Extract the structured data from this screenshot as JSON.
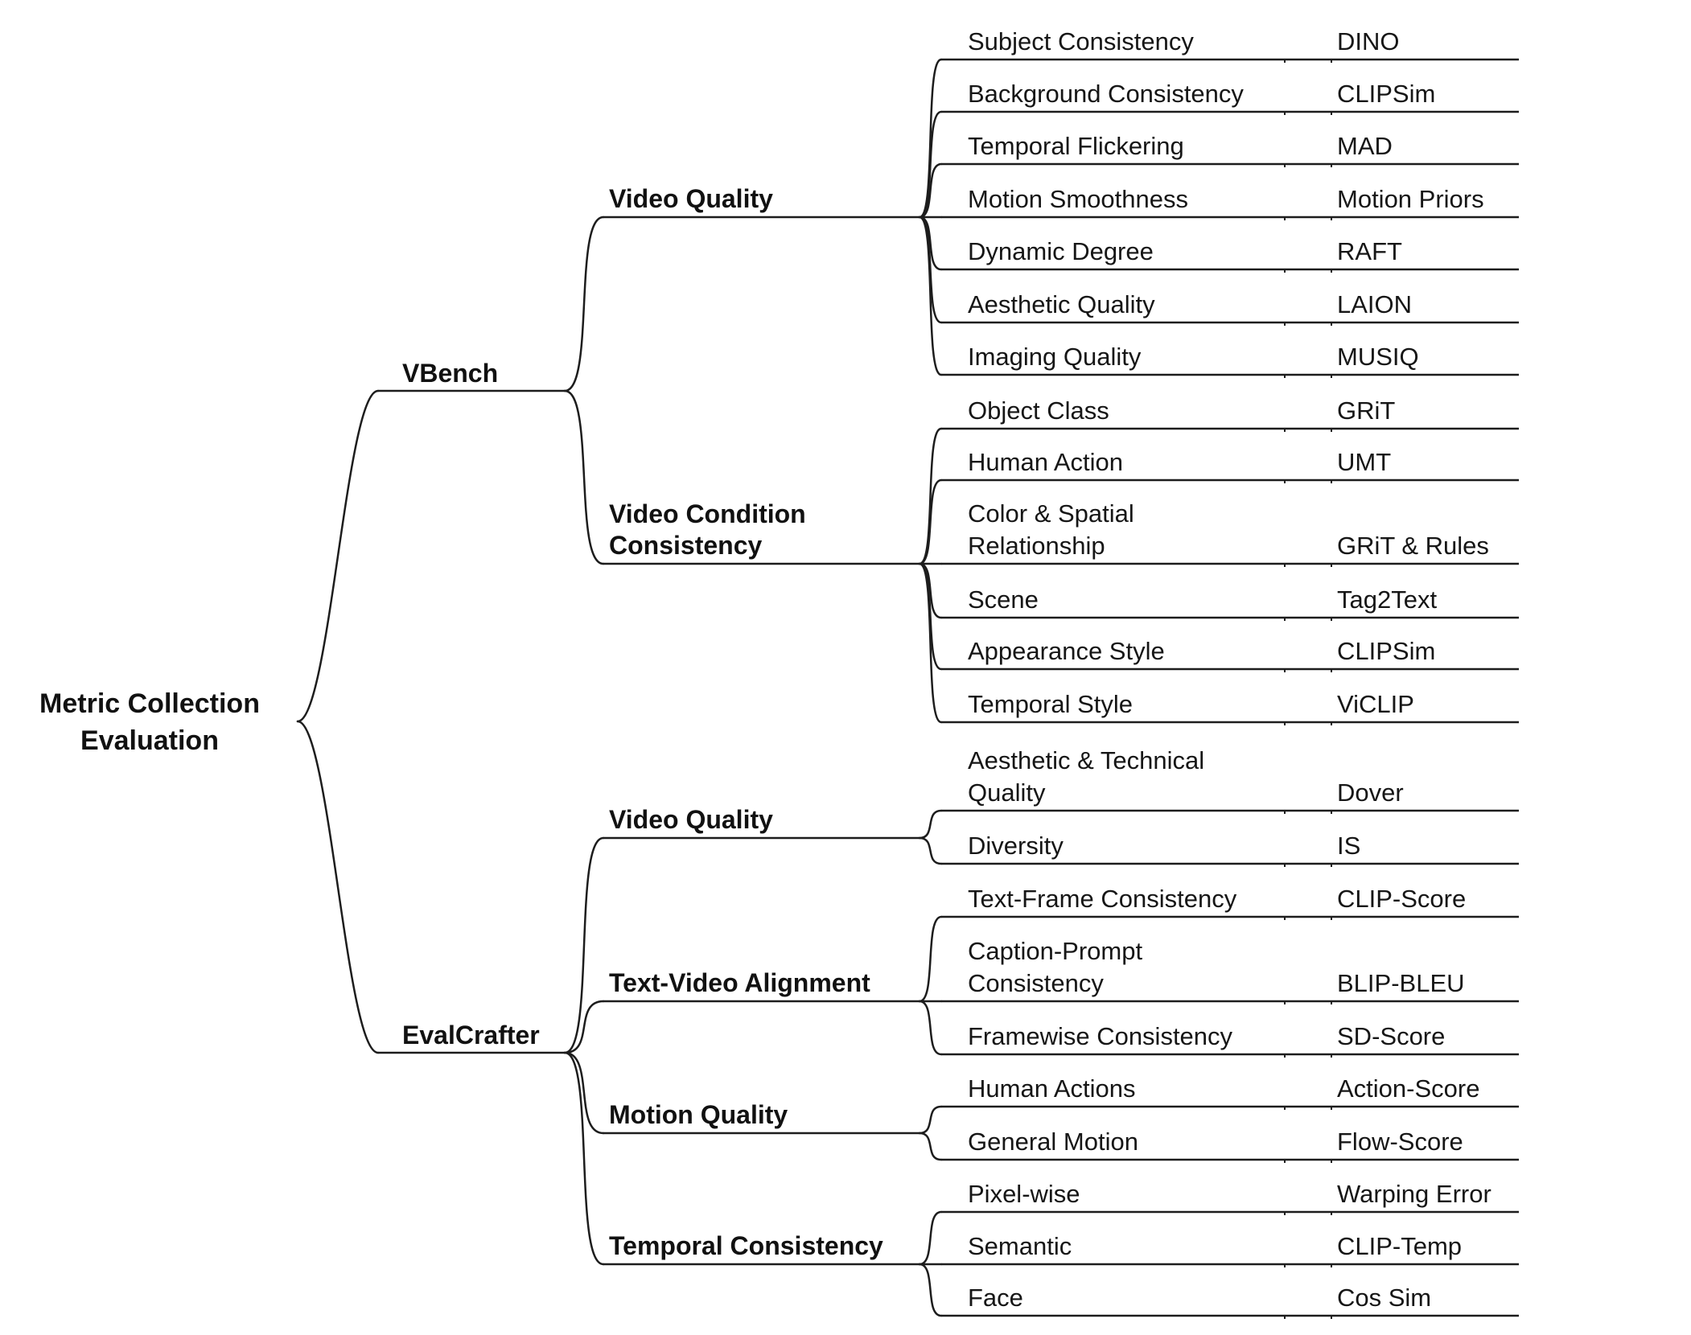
{
  "figure_title": {
    "line1": "Metric Collection",
    "line2": "Evaluation"
  },
  "colors": {
    "line": "#1d1d1d",
    "text": "#161616",
    "background": "#ffffff"
  },
  "tree": [
    {
      "label": "VBench",
      "groups": [
        {
          "label": [
            "Video Quality"
          ],
          "rows": [
            {
              "metric": [
                "Subject Consistency"
              ],
              "model": "DINO"
            },
            {
              "metric": [
                "Background Consistency"
              ],
              "model": "CLIPSim"
            },
            {
              "metric": [
                "Temporal Flickering"
              ],
              "model": "MAD"
            },
            {
              "metric": [
                "Motion Smoothness"
              ],
              "model": "Motion Priors"
            },
            {
              "metric": [
                "Dynamic Degree"
              ],
              "model": "RAFT"
            },
            {
              "metric": [
                "Aesthetic Quality"
              ],
              "model": "LAION"
            },
            {
              "metric": [
                "Imaging Quality"
              ],
              "model": "MUSIQ"
            }
          ]
        },
        {
          "label": [
            "Video Condition",
            "Consistency"
          ],
          "rows": [
            {
              "metric": [
                "Object Class"
              ],
              "model": "GRiT"
            },
            {
              "metric": [
                "Human Action"
              ],
              "model": "UMT"
            },
            {
              "metric": [
                "Color & Spatial",
                "Relationship"
              ],
              "model": "GRiT & Rules"
            },
            {
              "metric": [
                "Scene"
              ],
              "model": "Tag2Text"
            },
            {
              "metric": [
                "Appearance Style"
              ],
              "model": "CLIPSim"
            },
            {
              "metric": [
                "Temporal Style"
              ],
              "model": "ViCLIP"
            }
          ]
        }
      ]
    },
    {
      "label": "EvalCrafter",
      "groups": [
        {
          "label": [
            "Video Quality"
          ],
          "rows": [
            {
              "metric": [
                "Aesthetic & Technical",
                "Quality"
              ],
              "model": "Dover"
            },
            {
              "metric": [
                "Diversity"
              ],
              "model": "IS"
            }
          ]
        },
        {
          "label": [
            "Text-Video Alignment"
          ],
          "rows": [
            {
              "metric": [
                "Text-Frame Consistency"
              ],
              "model": "CLIP-Score"
            },
            {
              "metric": [
                "Caption-Prompt",
                "Consistency"
              ],
              "model": "BLIP-BLEU"
            },
            {
              "metric": [
                "Framewise Consistency"
              ],
              "model": "SD-Score"
            }
          ]
        },
        {
          "label": [
            "Motion Quality"
          ],
          "rows": [
            {
              "metric": [
                "Human Actions"
              ],
              "model": "Action-Score"
            },
            {
              "metric": [
                "General Motion"
              ],
              "model": "Flow-Score"
            }
          ]
        },
        {
          "label": [
            "Temporal Consistency"
          ],
          "rows": [
            {
              "metric": [
                "Pixel-wise"
              ],
              "model": "Warping Error"
            },
            {
              "metric": [
                "Semantic"
              ],
              "model": "CLIP-Temp"
            },
            {
              "metric": [
                "Face"
              ],
              "model": "Cos Sim"
            }
          ]
        }
      ]
    }
  ]
}
